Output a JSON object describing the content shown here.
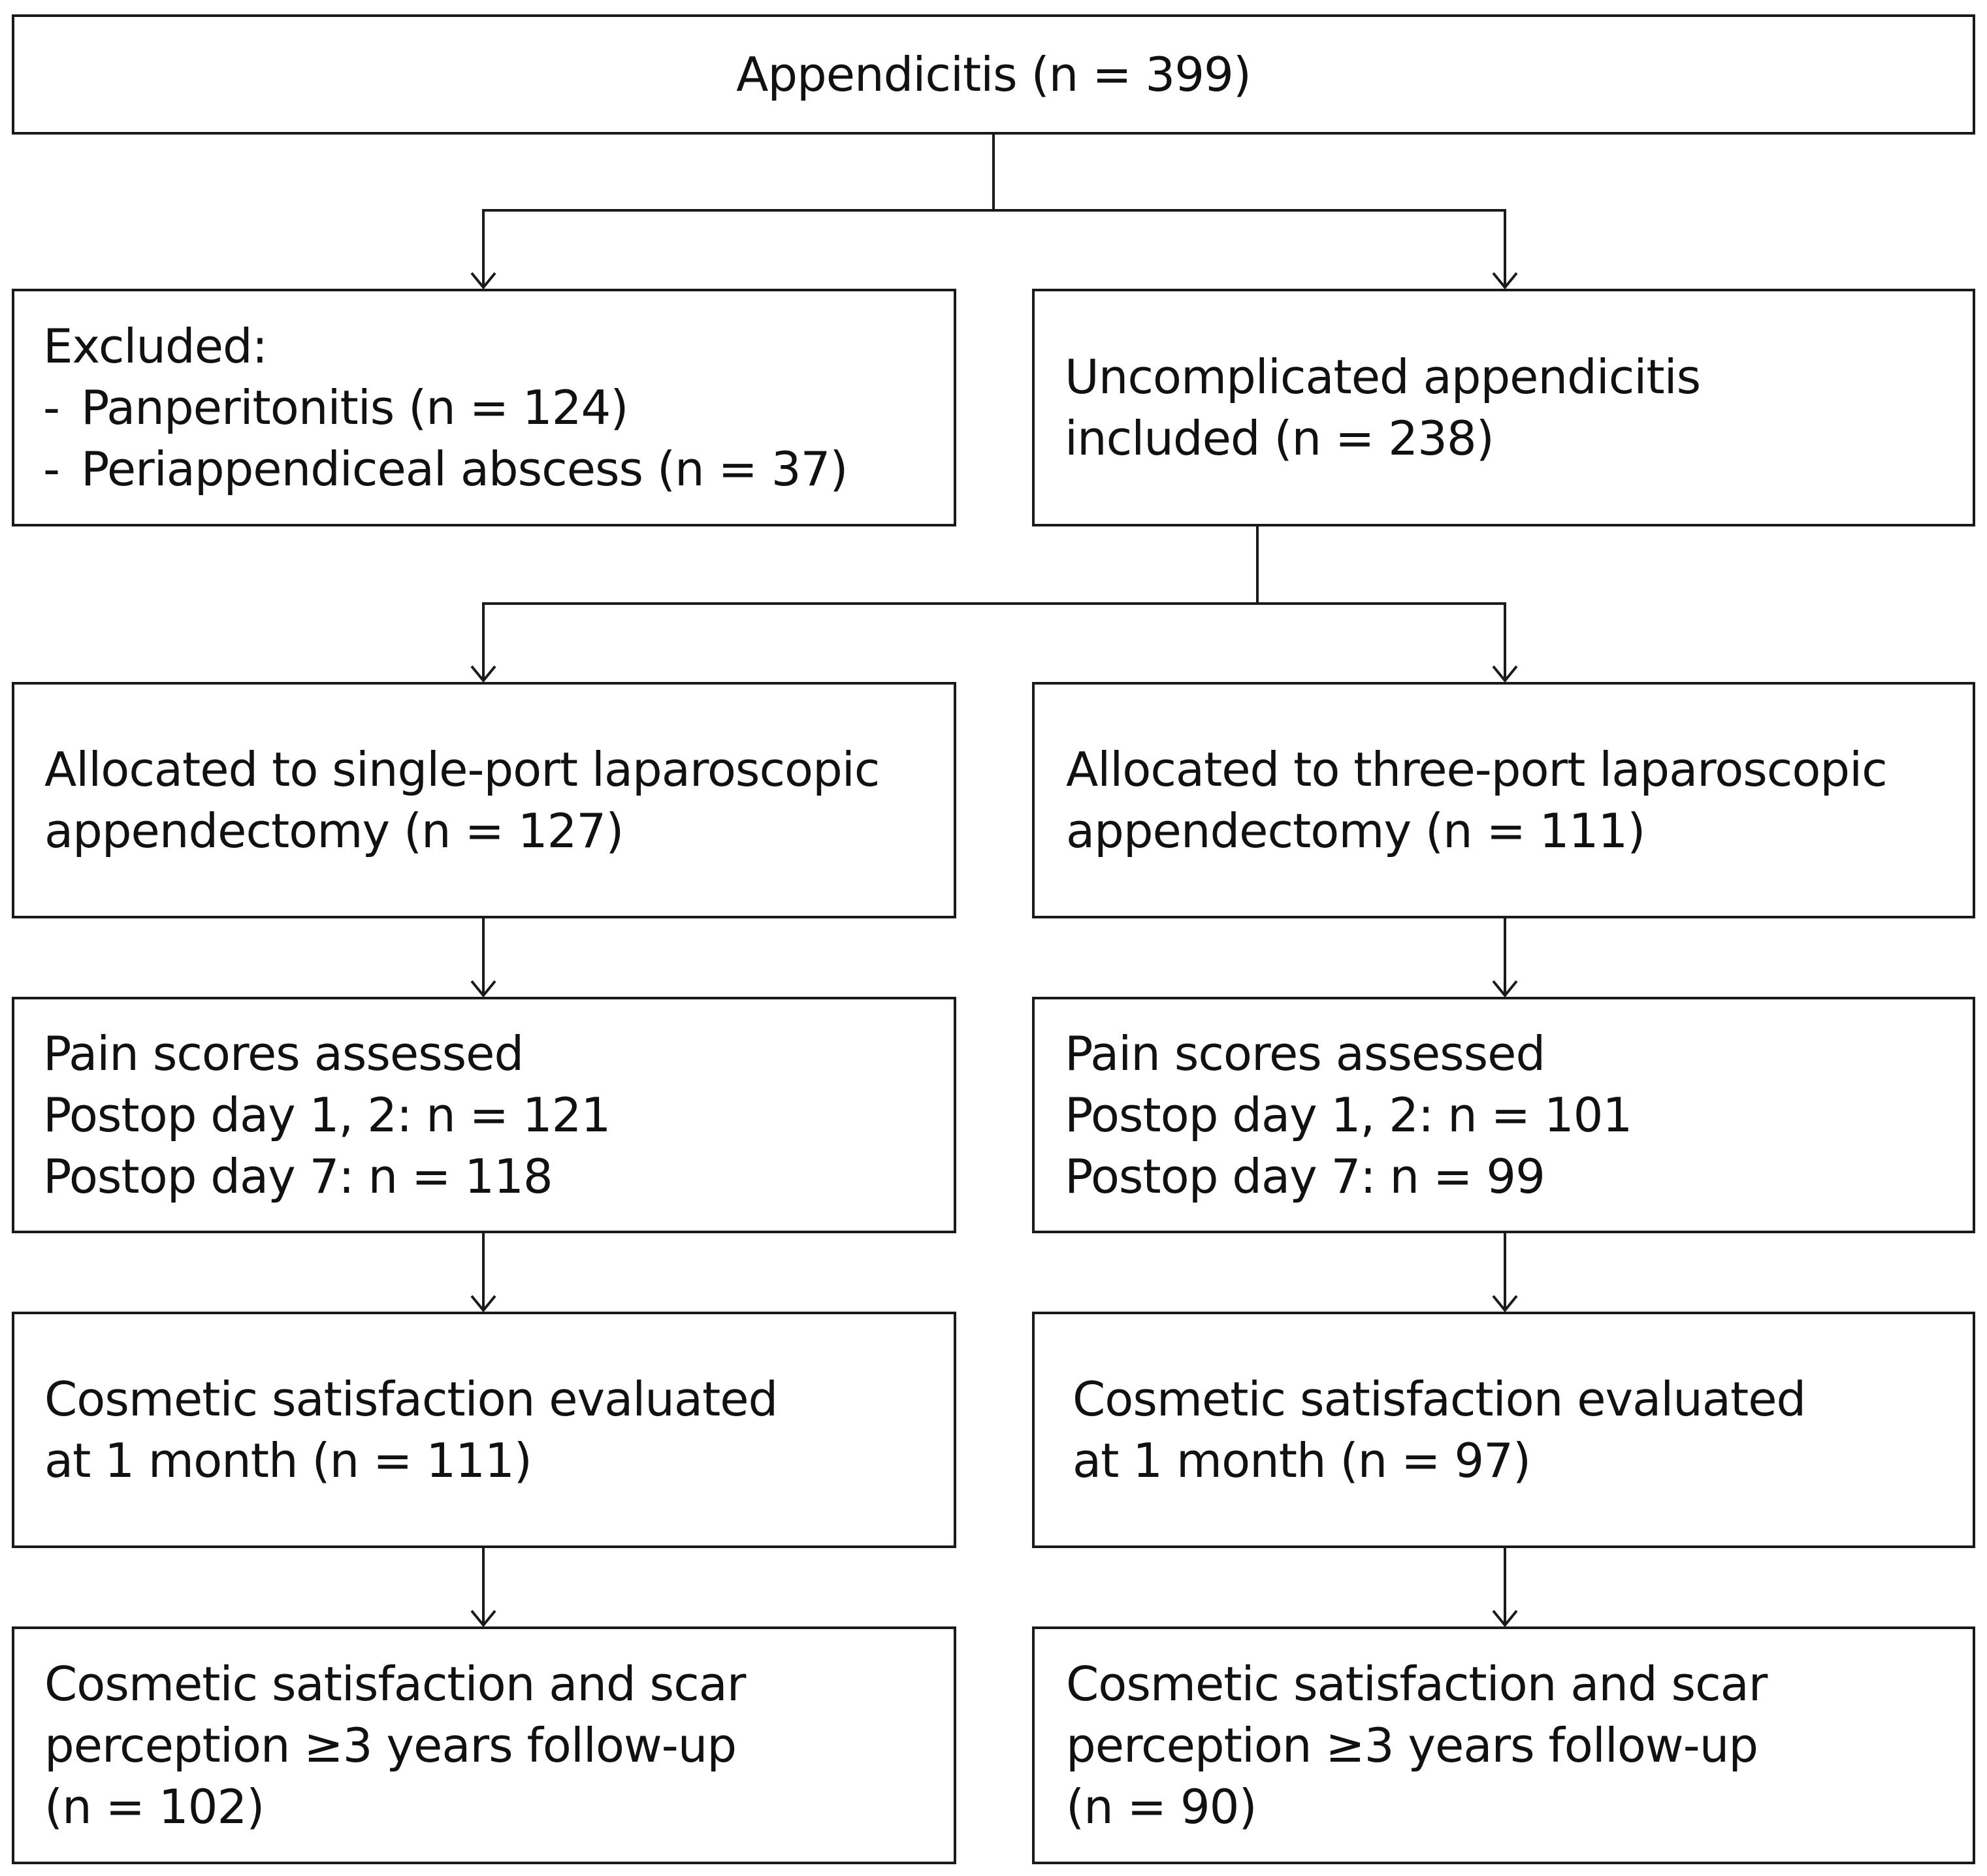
{
  "diagram": {
    "top": {
      "label": "Appendicitis (n = 399)"
    },
    "excluded": {
      "title": "Excluded:",
      "items": [
        "Panperitonitis (n = 124)",
        "Periappendiceal abscess (n = 37)"
      ]
    },
    "included": {
      "lines": [
        "Uncomplicated appendicitis",
        "included (n = 238)"
      ]
    },
    "single_port": {
      "allocated": {
        "lines": [
          "Allocated to single-port laparoscopic",
          "appendectomy (n = 127)"
        ]
      },
      "pain": {
        "lines": [
          "Pain scores assessed",
          "Postop day 1, 2: n = 121",
          "Postop day 7: n = 118"
        ]
      },
      "cosmetic_1m": {
        "lines": [
          "Cosmetic satisfaction evaluated",
          "at 1 month (n = 111)"
        ]
      },
      "followup": {
        "lines": [
          "Cosmetic satisfaction and scar",
          "perception ≥3 years follow-up",
          "(n = 102)"
        ]
      }
    },
    "three_port": {
      "allocated": {
        "lines": [
          "Allocated to three-port laparoscopic",
          "appendectomy (n = 111)"
        ]
      },
      "pain": {
        "lines": [
          "Pain scores assessed",
          "Postop day 1, 2: n = 101",
          "Postop day 7: n = 99"
        ]
      },
      "cosmetic_1m": {
        "lines": [
          "Cosmetic satisfaction evaluated",
          "at 1 month (n = 97)"
        ]
      },
      "followup": {
        "lines": [
          "Cosmetic satisfaction and scar",
          "perception ≥3 years follow-up",
          "(n = 90)"
        ]
      }
    }
  }
}
